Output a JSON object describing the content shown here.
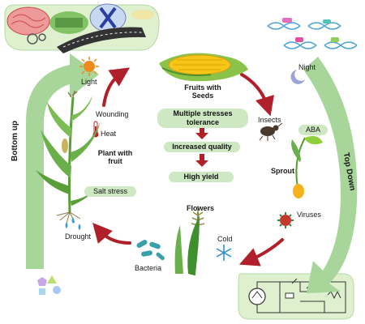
{
  "center": {
    "fruits_with_seeds": "Fruits with Seeds",
    "steps": [
      "Multiple stresses tolerance",
      "Increased quality",
      "High  yield"
    ]
  },
  "cycle": {
    "light": "Light",
    "wounding": "Wounding",
    "heat": "Heat",
    "plant_with_fruit": "Plant with fruit",
    "salt_stress": "Salt stress",
    "drought": "Drought",
    "bacteria": "Bacteria",
    "flowers": "Flowers",
    "cold": "Cold",
    "viruses": "Viruses",
    "sprout": "Sprout",
    "aba": "ABA",
    "insects": "Insects",
    "night": "Night"
  },
  "arrows": {
    "bottom_up": "Bottom up",
    "top_down": "Top Down"
  },
  "colors": {
    "big_arrow": "#a8d69a",
    "cycle_arrow": "#b0202a",
    "pill": "#cfe8c4",
    "panel": "#dff0cf"
  }
}
